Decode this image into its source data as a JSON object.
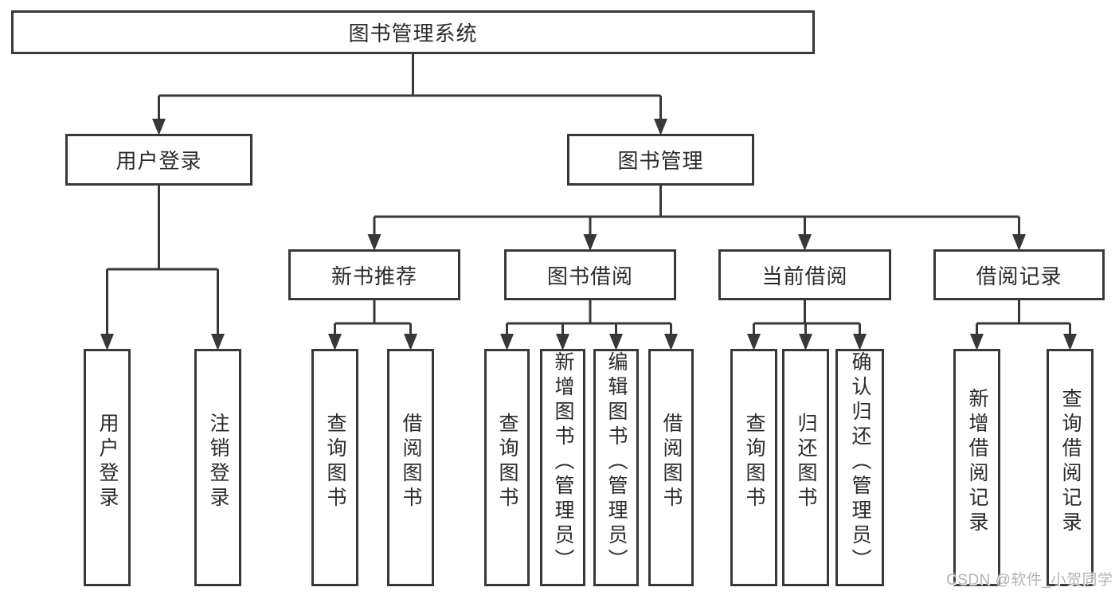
{
  "tree": {
    "root": {
      "label": "图书管理系统"
    },
    "branches": [
      {
        "label": "用户登录",
        "children": [
          {
            "label": "用户登录"
          },
          {
            "label": "注销登录"
          }
        ]
      },
      {
        "label": "图书管理",
        "children": [
          {
            "label": "新书推荐",
            "children": [
              {
                "label": "查询图书"
              },
              {
                "label": "借阅图书"
              }
            ]
          },
          {
            "label": "图书借阅",
            "children": [
              {
                "label": "查询图书"
              },
              {
                "label": "新增图书（管理员）"
              },
              {
                "label": "编辑图书（管理员）"
              },
              {
                "label": "借阅图书"
              }
            ]
          },
          {
            "label": "当前借阅",
            "children": [
              {
                "label": "查询图书"
              },
              {
                "label": "归还图书"
              },
              {
                "label": "确认归还（管理员）"
              }
            ]
          },
          {
            "label": "借阅记录",
            "children": [
              {
                "label": "新增借阅记录"
              },
              {
                "label": "查询借阅记录"
              }
            ]
          }
        ]
      }
    ]
  },
  "watermark": {
    "text": "CSDN @软件_小贺同学"
  },
  "colors": {
    "line": "#383838",
    "box_border": "#383838",
    "box_fill": "#ffffff",
    "text": "#2b2b2b",
    "watermark": "#b4b4b4",
    "background": "#ffffff"
  }
}
